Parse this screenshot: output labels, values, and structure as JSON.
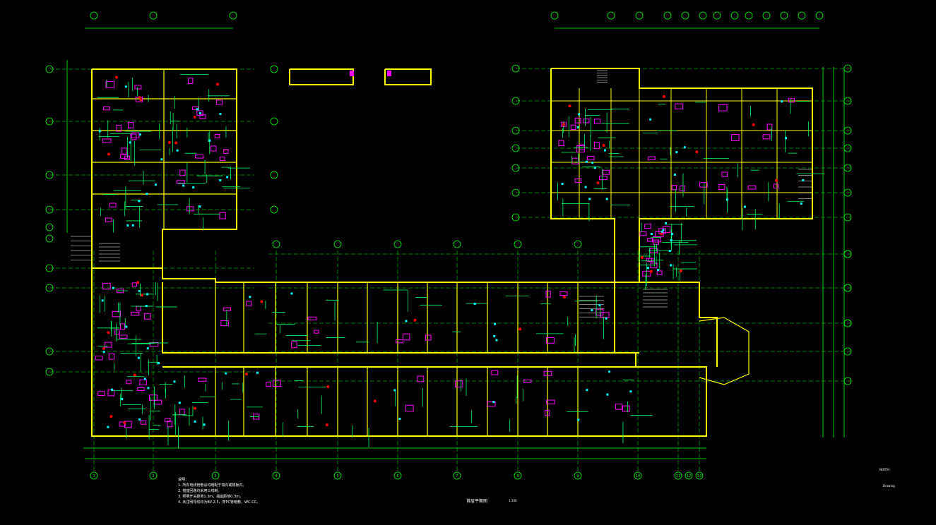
{
  "drawing": {
    "title": "首层平面图",
    "scale": "1:100",
    "corner_top": "NORTH",
    "corner_bottom": "Drawing"
  },
  "notes": [
    "说明：",
    "1. 所有电线管敷设均暗配于墙内或楼板内。",
    "2. 插座回路均采用三线制。",
    "3. 照明开关距地1.3m，插座距地0.3m。",
    "4. 未注明导线均为BV-2.5，穿PC管暗敷，WC-CC。"
  ],
  "bottom_axes": [
    "1",
    "2",
    "3",
    "4",
    "5",
    "6",
    "7",
    "8",
    "9",
    "10",
    "11",
    "12",
    "13"
  ],
  "right_axes": [
    "Ⓐ",
    "Ⓑ",
    "Ⓒ",
    "Ⓓ",
    "Ⓔ",
    "Ⓕ",
    "Ⓖ",
    "Ⓗ",
    "Ⓙ",
    "Ⓚ"
  ],
  "colors": {
    "background": "#000000",
    "grid": "#00ff00",
    "wall": "#ffff00",
    "furniture": "#ff00ff",
    "wiring": "#00ff66",
    "fixtures": "#00ffff",
    "accent_red": "#ff0000",
    "text": "#ffffff"
  }
}
